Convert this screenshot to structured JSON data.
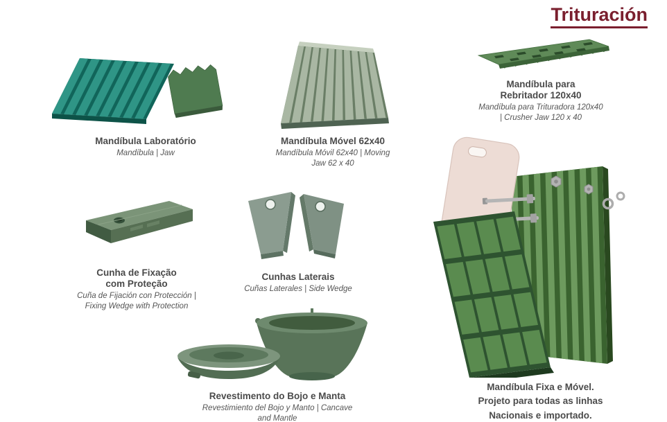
{
  "page": {
    "title": "Trituración"
  },
  "products": {
    "lab_jaw": {
      "title": "Mandíbula Laboratório",
      "subtitle": "Mandíbula | Jaw"
    },
    "moving_jaw": {
      "title": "Mandíbula Móvel 62x40",
      "subtitle": "Mandíbula Móvil 62x40 | Moving\nJaw 62 x 40"
    },
    "crusher_jaw": {
      "title": "Mandíbula para\nRebritador 120x40",
      "subtitle": "Mandíbula para Trituradora 120x40\n| Crusher Jaw 120 x 40"
    },
    "fixing_wedge": {
      "title": "Cunha de Fixação\ncom Proteção",
      "subtitle": "Cuña de Fijación con Protección |\nFixing Wedge with Protection"
    },
    "side_wedges": {
      "title": "Cunhas Laterais",
      "subtitle": "Cuñas Laterales | Side Wedge"
    },
    "bowl_mantle": {
      "title": "Revestimento do Bojo e Manta",
      "subtitle": "Revestimiento del Bojo y Manto | Cancave\nand Mantle"
    },
    "jaw_assembly": {
      "caption": "Mandíbula Fixa e Móvel.\nProjeto para todas as linhas\nNacionais e importado."
    }
  },
  "colors": {
    "title_accent": "#7a1f2e",
    "caption_text": "#4a4a4a",
    "teal_plate": "#2f9586",
    "green_plate": "#4f7b50",
    "sage_plate": "#a9b7a3",
    "pink_plate": "#eddcd5"
  }
}
